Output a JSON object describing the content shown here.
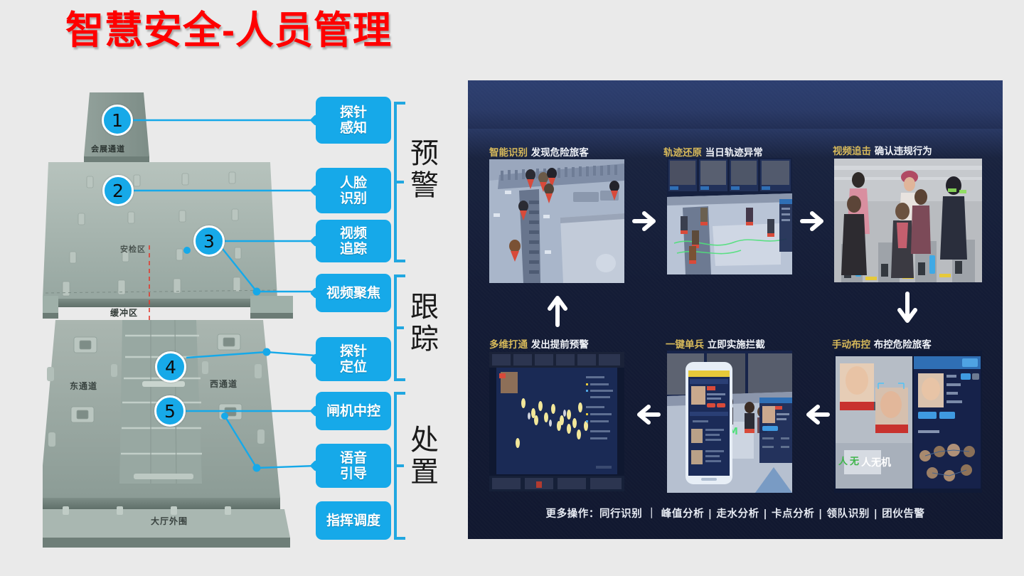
{
  "slide": {
    "title": "智慧安全-人员管理",
    "background_color": "#eaeaea",
    "accent_color": "#16a9e9",
    "title_color": "#ff0000"
  },
  "diagram": {
    "pins": [
      {
        "number": "1"
      },
      {
        "number": "2"
      },
      {
        "number": "3"
      },
      {
        "number": "4"
      },
      {
        "number": "5"
      }
    ],
    "floor_labels": [
      {
        "text": "会展通道"
      },
      {
        "text": "安检区"
      },
      {
        "text": "缓冲区"
      },
      {
        "text": "东通道"
      },
      {
        "text": "西通道"
      },
      {
        "text": "大厅外围"
      }
    ],
    "chips": [
      {
        "text": "探针\n感知",
        "pin": "1"
      },
      {
        "text": "人脸\n识别",
        "pin": "2"
      },
      {
        "text": "视频\n追踪",
        "pin": "3"
      },
      {
        "text": "视频聚焦",
        "pin": "3"
      },
      {
        "text": "探针\n定位",
        "pin": "4"
      },
      {
        "text": "闸机中控",
        "pin": "5"
      },
      {
        "text": "语音\n引导",
        "pin": "5"
      },
      {
        "text": "指挥调度",
        "pin": "5"
      }
    ],
    "groups": [
      {
        "label": "预\n警",
        "members": [
          "探针感知",
          "人脸识别",
          "视频追踪"
        ]
      },
      {
        "label": "跟\n踪",
        "members": [
          "视频聚焦",
          "探针定位"
        ]
      },
      {
        "label": "处\n置",
        "members": [
          "闸机中控",
          "语音引导",
          "指挥调度"
        ]
      }
    ]
  },
  "workflow": {
    "steps": [
      {
        "index": 1,
        "key": "智能识别",
        "value": "发现危险旅客",
        "image": "3d-venue-map-with-person-markers"
      },
      {
        "index": 2,
        "key": "轨迹还原",
        "value": "当日轨迹异常",
        "image": "trajectory-replay-dashboard"
      },
      {
        "index": 3,
        "key": "视频追击",
        "value": "确认违规行为",
        "image": "gate-surveillance-video"
      },
      {
        "index": 4,
        "key": "手动布控",
        "value": "布控危险旅客",
        "image": "face-capture-control-panel"
      },
      {
        "index": 5,
        "key": "一键单兵",
        "value": "立即实施拦截",
        "image": "mobile-dispatch-app"
      },
      {
        "index": 6,
        "key": "多维打通",
        "value": "发出提前预警",
        "image": "multi-source-alert-dashboard"
      }
    ],
    "arrows": [
      {
        "direction": "right",
        "from": 1,
        "to": 2
      },
      {
        "direction": "right",
        "from": 2,
        "to": 3
      },
      {
        "direction": "down",
        "from": 3,
        "to": 4
      },
      {
        "direction": "left",
        "from": 4,
        "to": 5
      },
      {
        "direction": "left",
        "from": 5,
        "to": 6
      },
      {
        "direction": "up",
        "from": 6,
        "to": 1
      }
    ],
    "footer": "更多操作：同行识别 ｜ 峰值分析 | 走水分析 | 卡点分析 | 领队识别 | 团伙告警",
    "caption_key_color": "#d7b95a",
    "caption_value_color": "#f0f3f8"
  }
}
